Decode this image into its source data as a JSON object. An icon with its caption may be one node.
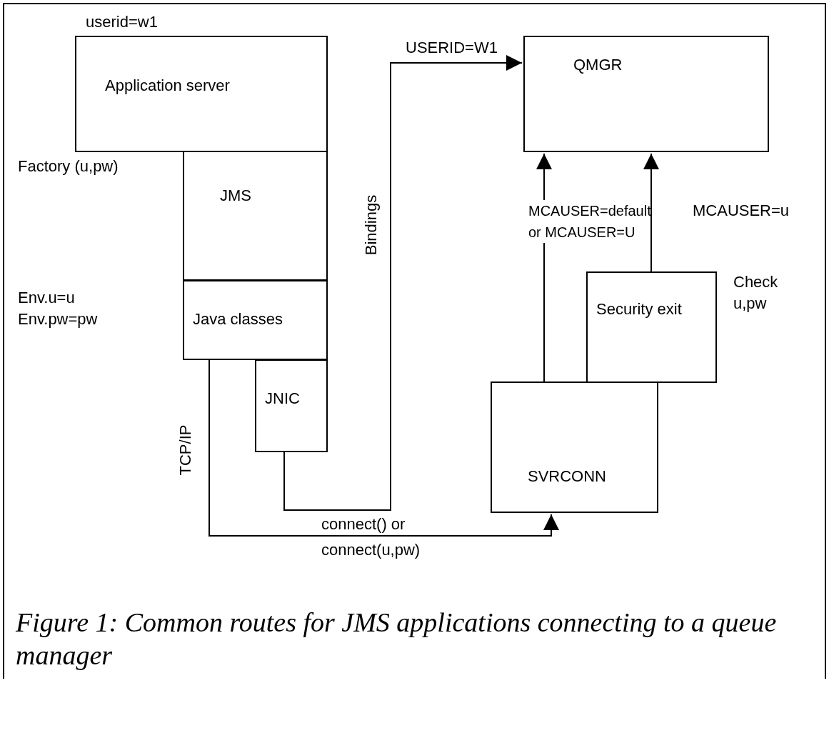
{
  "diagram": {
    "caption": "Figure 1: Common routes for JMS applications connecting to a queue manager",
    "nodes": [
      {
        "text": [
          "Application server"
        ],
        "beside": [
          "userid=w1"
        ]
      },
      {
        "text": [
          "JMS"
        ]
      },
      {
        "text": [
          "Java classes"
        ]
      },
      {
        "text": [
          "JNIC"
        ]
      },
      {
        "text": [
          "QMGR"
        ]
      },
      {
        "text": [
          "SVRCONN"
        ]
      },
      {
        "text": [
          "Security exit"
        ],
        "beside": [
          "Check u,pw"
        ]
      }
    ],
    "edges": [
      {
        "from": 3,
        "to": 4,
        "arrow": "to",
        "label": "Bindings"
      },
      {
        "from": 2,
        "to": 5,
        "arrow": "to",
        "label": "connect() or connect(u,pw)"
      },
      {
        "from": 5,
        "to": 4,
        "arrow": "to",
        "label": "MCAUSER=default or MCAUSER=U"
      },
      {
        "from": 6,
        "to": 4,
        "arrow": "to",
        "label": "MCAUSER=u"
      }
    ],
    "labels": [
      "Factory (u,pw)",
      "Env.u=u",
      "Env.pw=pw",
      "USERID=W1",
      "TCP/IP"
    ]
  }
}
